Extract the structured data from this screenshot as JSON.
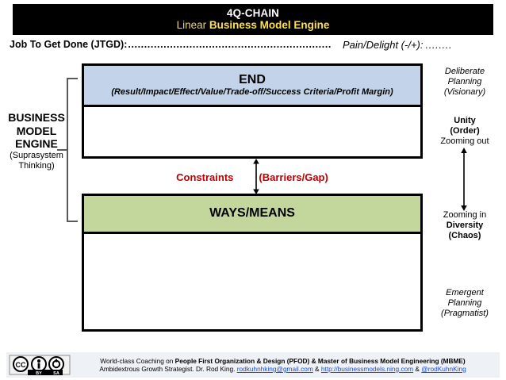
{
  "title": {
    "main": "4Q-CHAIN",
    "sub_prefix": "Linear ",
    "sub_strong": "Business Model Engine"
  },
  "jtgd": {
    "label": "Job To Get Done (JTGD):",
    "dots": "...............................................................",
    "pain_label": "Pain/Delight (-/+):",
    "pain_dots": "........"
  },
  "left_label": {
    "line1": "BUSINESS",
    "line2": "MODEL",
    "line3": "ENGINE",
    "line4": "(Suprasystem",
    "line5": "Thinking)"
  },
  "diagram": {
    "end": {
      "title": "END",
      "subtitle": "(Result/Impact/Effect/Value/Trade-off/Success Criteria/Profit Margin)",
      "fill_color": "#c3d3e9"
    },
    "ways": {
      "title": "WAYS/MEANS",
      "fill_color": "#c3d69b"
    },
    "constraints": {
      "left": "Constraints",
      "right": "(Barriers/Gap)",
      "color": "#c00000"
    }
  },
  "right_notes": {
    "deliberate": {
      "line1": "Deliberate",
      "line2": "Planning",
      "line3": "(Visionary)"
    },
    "unity": {
      "line1": "Unity",
      "line2": "(Order)",
      "line3": "Zooming out"
    },
    "diversity": {
      "line1": "Zooming in",
      "line2": "Diversity",
      "line3": "(Chaos)"
    },
    "emergent": {
      "line1": "Emergent",
      "line2": "Planning",
      "line3": "(Pragmatist)"
    }
  },
  "footer": {
    "license": {
      "cc": "CC",
      "by": "BY",
      "sa": "SA"
    },
    "line1_pre": "World-class Coaching on ",
    "line1_bold": "People First Organization & Design (PFOD) & Master of Business Model Engineering (MBME)",
    "line2_pre": "Ambidextrous Growth Strategist. Dr. Rod King. ",
    "line2_link1": "rodkuhnhking@gmail.com",
    "line2_amp1": " & ",
    "line2_link2": "http://businessmodels.ning.com",
    "line2_amp2": " & ",
    "line2_link3": "@rodKuhnKing"
  }
}
